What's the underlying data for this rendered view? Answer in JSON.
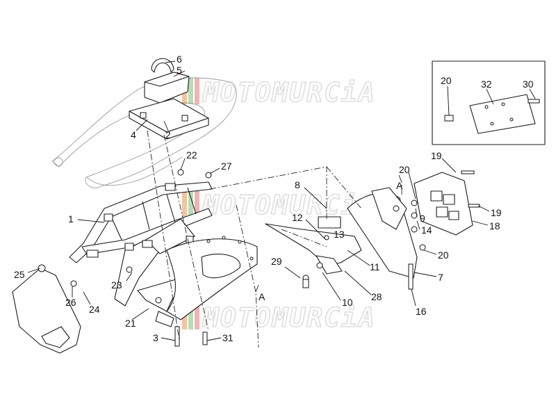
{
  "watermark": {
    "text": "MOTOMURCiA",
    "colors": [
      "#f0b27a",
      "#9ed29e",
      "#e99b9b"
    ]
  },
  "section_marker": "A",
  "callouts": [
    {
      "id": "c6",
      "text": "6"
    },
    {
      "id": "c5",
      "text": "5"
    },
    {
      "id": "c4",
      "text": "4"
    },
    {
      "id": "c2",
      "text": "2"
    },
    {
      "id": "c22",
      "text": "22"
    },
    {
      "id": "c27",
      "text": "27"
    },
    {
      "id": "c8",
      "text": "8"
    },
    {
      "id": "c1",
      "text": "1"
    },
    {
      "id": "c12",
      "text": "12"
    },
    {
      "id": "c25",
      "text": "25"
    },
    {
      "id": "c23",
      "text": "23"
    },
    {
      "id": "c26",
      "text": "26"
    },
    {
      "id": "c24",
      "text": "24"
    },
    {
      "id": "c21",
      "text": "21"
    },
    {
      "id": "c3",
      "text": "3"
    },
    {
      "id": "c31",
      "text": "31"
    },
    {
      "id": "c29",
      "text": "29"
    },
    {
      "id": "c10",
      "text": "10"
    },
    {
      "id": "c28",
      "text": "28"
    },
    {
      "id": "c11",
      "text": "11"
    },
    {
      "id": "c19a",
      "text": "19"
    },
    {
      "id": "c20a",
      "text": "20"
    },
    {
      "id": "c9",
      "text": "9"
    },
    {
      "id": "c14",
      "text": "14"
    },
    {
      "id": "c19b",
      "text": "19"
    },
    {
      "id": "c18",
      "text": "18"
    },
    {
      "id": "c20b",
      "text": "20"
    },
    {
      "id": "c7",
      "text": "7"
    },
    {
      "id": "c16",
      "text": "16"
    },
    {
      "id": "c13",
      "text": "13"
    },
    {
      "id": "c20c",
      "text": "20"
    },
    {
      "id": "c32",
      "text": "32"
    },
    {
      "id": "c30",
      "text": "30"
    }
  ]
}
